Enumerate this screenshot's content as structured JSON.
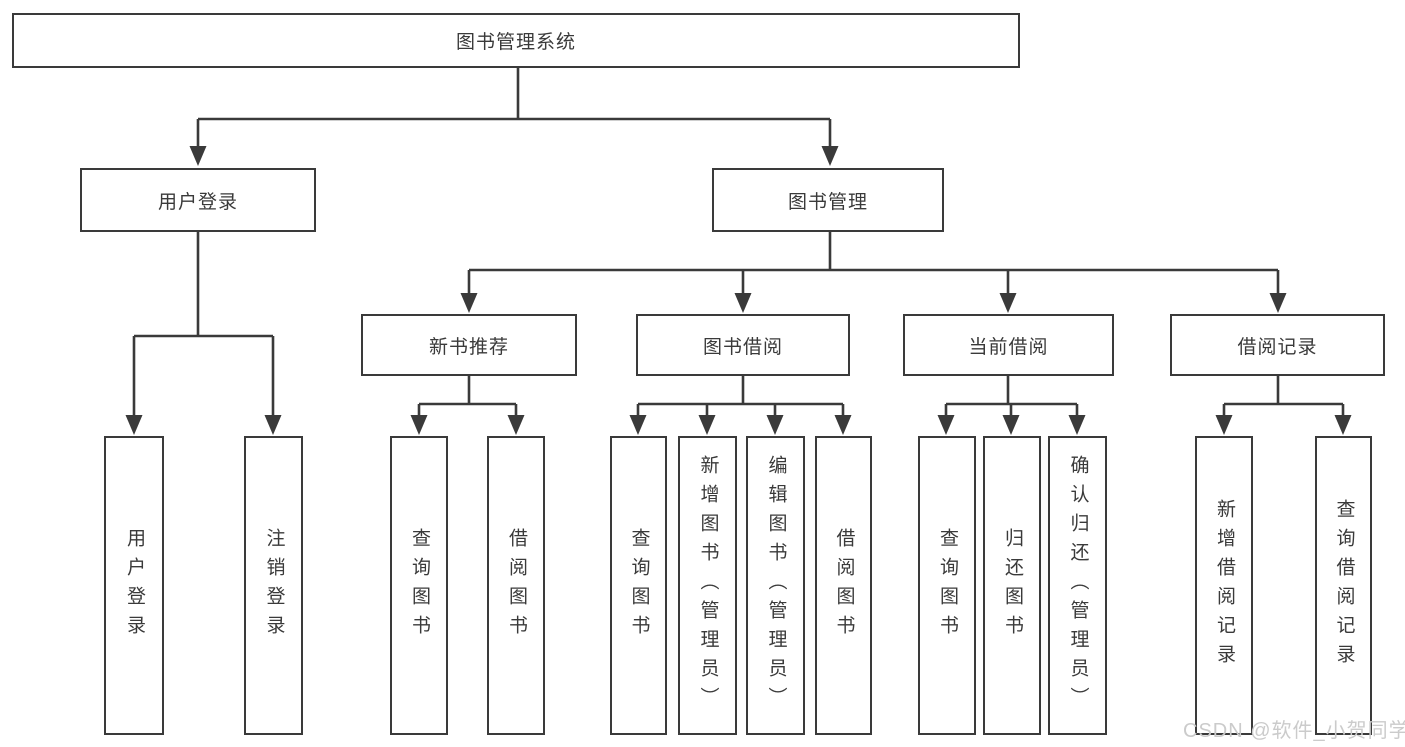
{
  "tree": {
    "root": "图书管理系统",
    "branches": [
      {
        "label": "用户登录",
        "children": [
          {
            "label": "用户登录"
          },
          {
            "label": "注销登录"
          }
        ]
      },
      {
        "label": "图书管理",
        "children": [
          {
            "label": "新书推荐",
            "children": [
              {
                "label": "查询图书"
              },
              {
                "label": "借阅图书"
              }
            ]
          },
          {
            "label": "图书借阅",
            "children": [
              {
                "label": "查询图书"
              },
              {
                "label": "新增图书（管理员）"
              },
              {
                "label": "编辑图书（管理员）"
              },
              {
                "label": "借阅图书"
              }
            ]
          },
          {
            "label": "当前借阅",
            "children": [
              {
                "label": "查询图书"
              },
              {
                "label": "归还图书"
              },
              {
                "label": "确认归还（管理员）"
              }
            ]
          },
          {
            "label": "借阅记录",
            "children": [
              {
                "label": "新增借阅记录"
              },
              {
                "label": "查询借阅记录"
              }
            ]
          }
        ]
      }
    ]
  },
  "watermark": "CSDN @软件_小贺同学",
  "colors": {
    "line": "#3a3a3a",
    "box_border": "#3a3a3a",
    "text": "#3a3a3a",
    "watermark": "#cbcbcb",
    "background": "#ffffff"
  }
}
